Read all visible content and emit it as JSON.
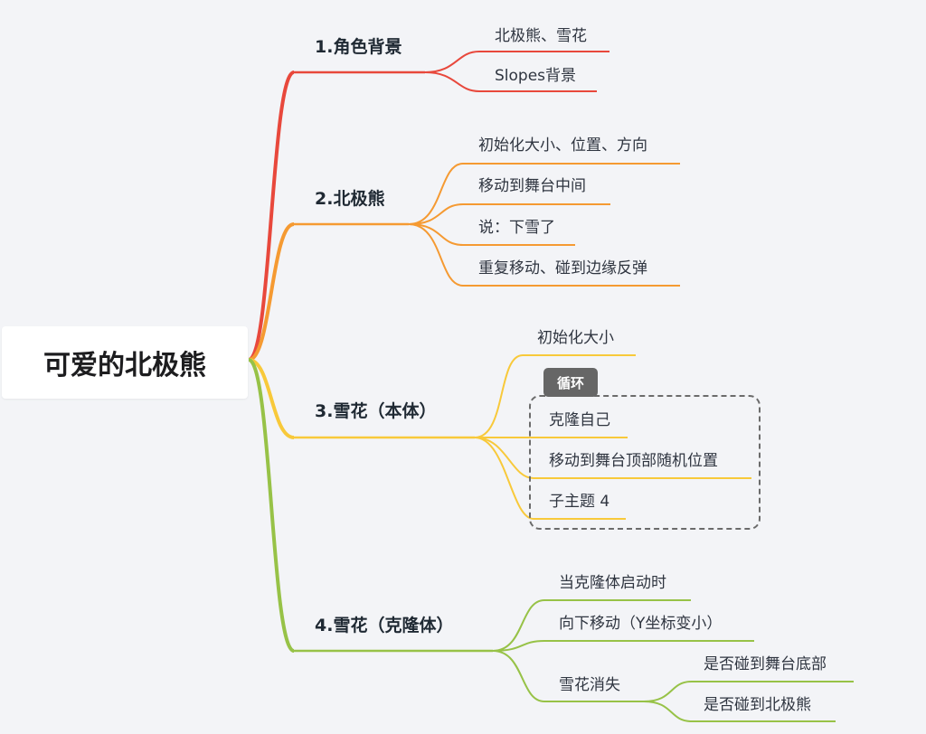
{
  "root": {
    "label": "可爱的北极熊"
  },
  "colors": {
    "branch1": "#e8483c",
    "branch2": "#f59a32",
    "branch3": "#f8c93a",
    "branch4": "#97c247"
  },
  "branches": [
    {
      "label": "1.角色背景",
      "children": [
        {
          "label": "北极熊、雪花"
        },
        {
          "label": "Slopes背景"
        }
      ]
    },
    {
      "label": "2.北极熊",
      "children": [
        {
          "label": "初始化大小、位置、方向"
        },
        {
          "label": "移动到舞台中间"
        },
        {
          "label": "说：下雪了"
        },
        {
          "label": "重复移动、碰到边缘反弹"
        }
      ]
    },
    {
      "label": "3.雪花（本体）",
      "loop_tag": "循环",
      "children": [
        {
          "label": "初始化大小"
        },
        {
          "label": "克隆自己"
        },
        {
          "label": "移动到舞台顶部随机位置"
        },
        {
          "label": "子主题 4"
        }
      ]
    },
    {
      "label": "4.雪花（克隆体）",
      "children": [
        {
          "label": "当克隆体启动时"
        },
        {
          "label": "向下移动（Y坐标变小）"
        },
        {
          "label": "雪花消失",
          "children": [
            {
              "label": "是否碰到舞台底部"
            },
            {
              "label": "是否碰到北极熊"
            }
          ]
        }
      ]
    }
  ]
}
